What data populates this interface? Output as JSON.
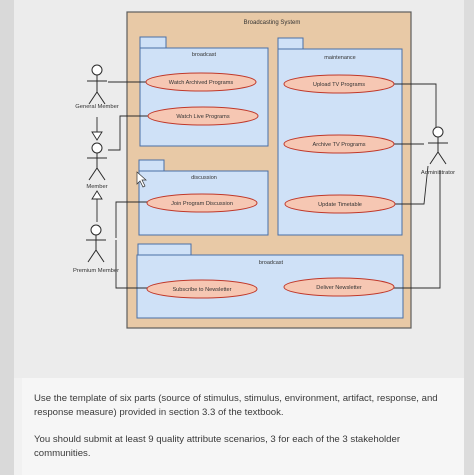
{
  "diagram": {
    "system_title": "Broadcasting System",
    "packages": [
      {
        "label": "broadcast"
      },
      {
        "label": "maintenance"
      },
      {
        "label": "discussion"
      },
      {
        "label": "broadcast"
      }
    ],
    "use_cases": [
      "Watch Archived Programs",
      "Watch Live Programs",
      "Upload TV Programs",
      "Archive TV Programs",
      "Join Program Discussion",
      "Update Timetable",
      "Subscribe to Newsletter",
      "Deliver Newsletter"
    ],
    "actors": [
      "General Member",
      "Member",
      "Premium Member",
      "Administrator"
    ]
  },
  "instructions": {
    "paragraph_1": "Use the template of six parts (source of stimulus, stimulus, environment, artifact, response, and response measure) provided in section 3.3 of the textbook.",
    "paragraph_2": "You should submit at least 9 quality attribute scenarios, 3 for each of the 3 stakeholder communities."
  },
  "colors": {
    "system_fill": "#e8c9a6",
    "package_fill": "#cfe1f7",
    "use_case_fill": "#f6c7b3",
    "use_case_stroke": "#c0392b"
  }
}
